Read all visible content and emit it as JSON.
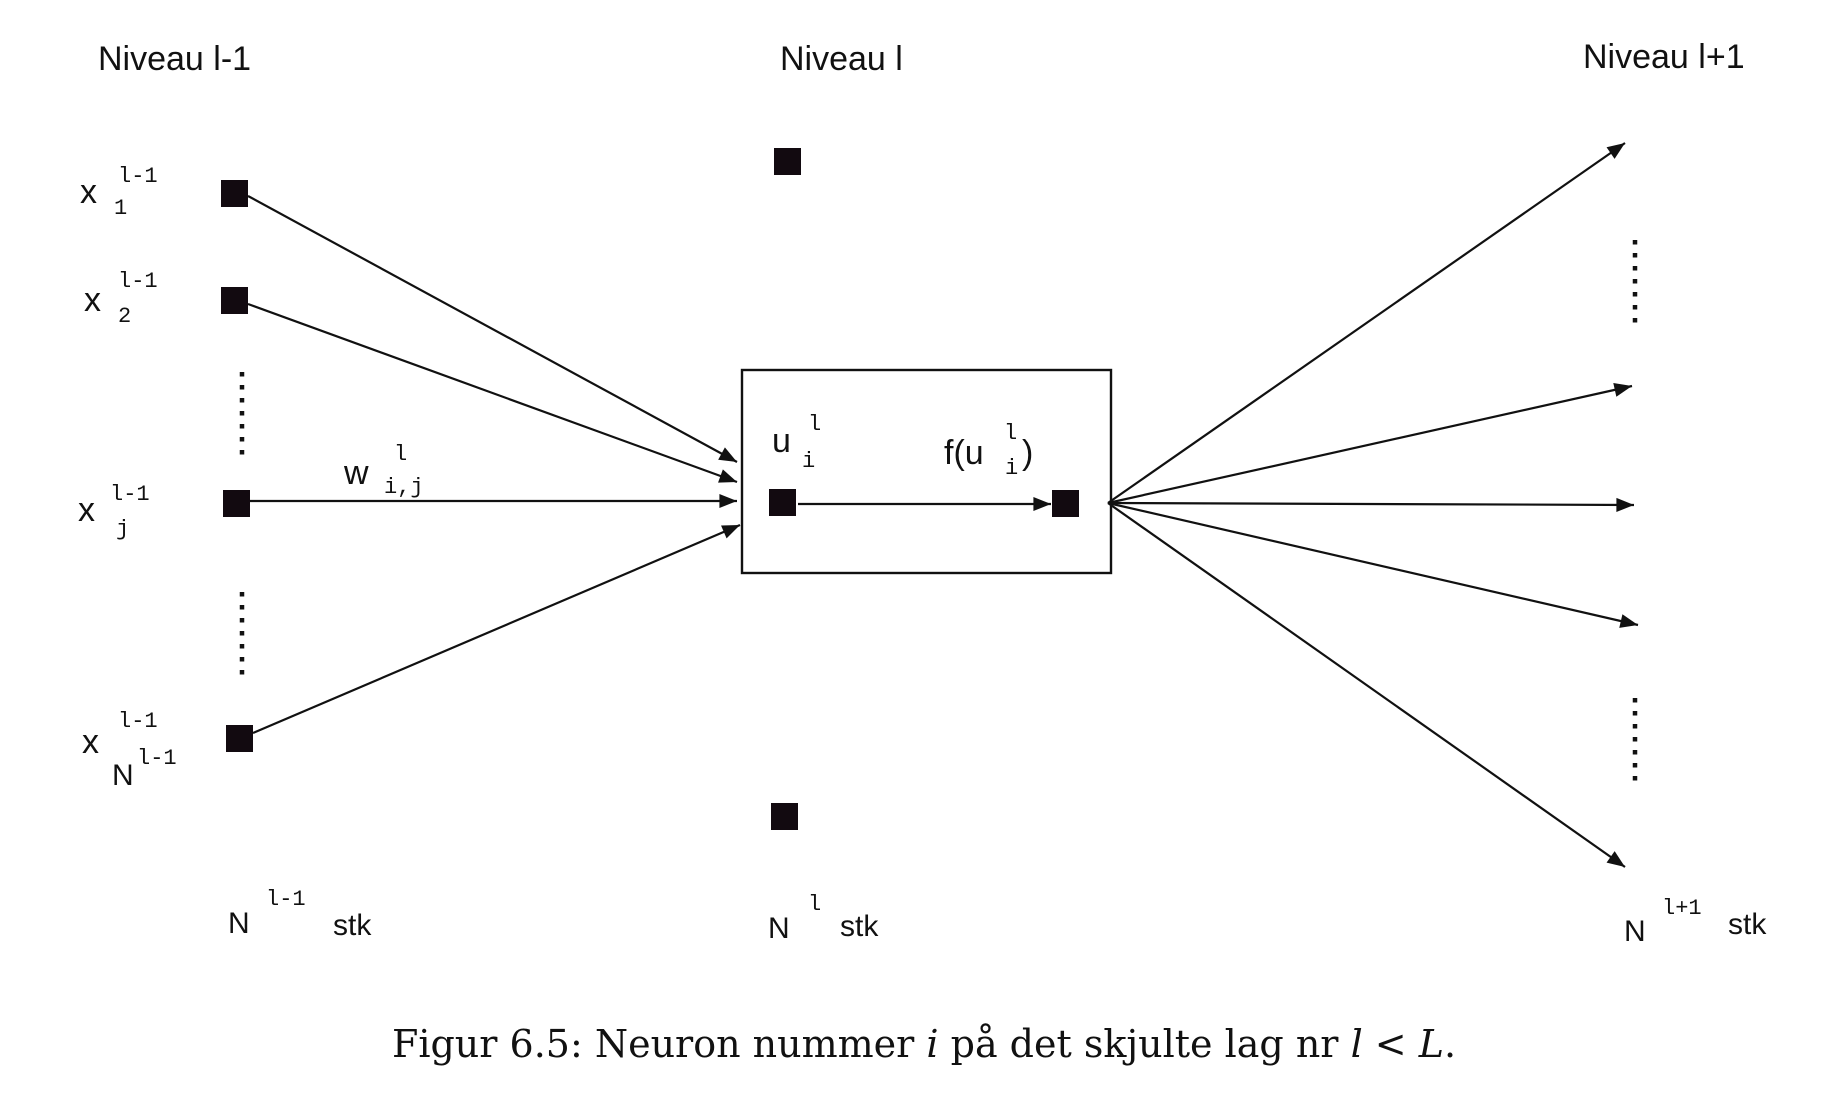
{
  "levels": {
    "prev": {
      "title": "Niveau l-1",
      "count_base": "N",
      "count_sup": "l-1",
      "count_unit": "stk"
    },
    "curr": {
      "title": "Niveau l",
      "count_base": "N",
      "count_sup": "l",
      "count_unit": "stk"
    },
    "next": {
      "title": "Niveau l+1",
      "count_base": "N",
      "count_sup": "l+1",
      "count_unit": "stk"
    }
  },
  "inputs": [
    {
      "base": "x",
      "sup": "l-1",
      "sub": "1"
    },
    {
      "base": "x",
      "sup": "l-1",
      "sub": "2"
    },
    {
      "base": "x",
      "sup": "l-1",
      "sub": "j"
    },
    {
      "base": "x",
      "sup": "l-1",
      "sub": "N",
      "sub_sup": "l-1"
    }
  ],
  "weight": {
    "base": "w",
    "sup": "l",
    "sub": "i,j"
  },
  "neuron": {
    "sum": {
      "base": "u",
      "sup": "l",
      "sub": "i"
    },
    "activation": {
      "prefix": "f(u",
      "sup": "l",
      "sub": "i",
      "suffix": ")"
    }
  },
  "caption": {
    "prefix": "Figur 6.5: Neuron nummer ",
    "var_i": "i",
    "middle": " på det skjulte lag nr ",
    "var_l": "l",
    "lt": " < ",
    "var_L": "L",
    "end": "."
  }
}
